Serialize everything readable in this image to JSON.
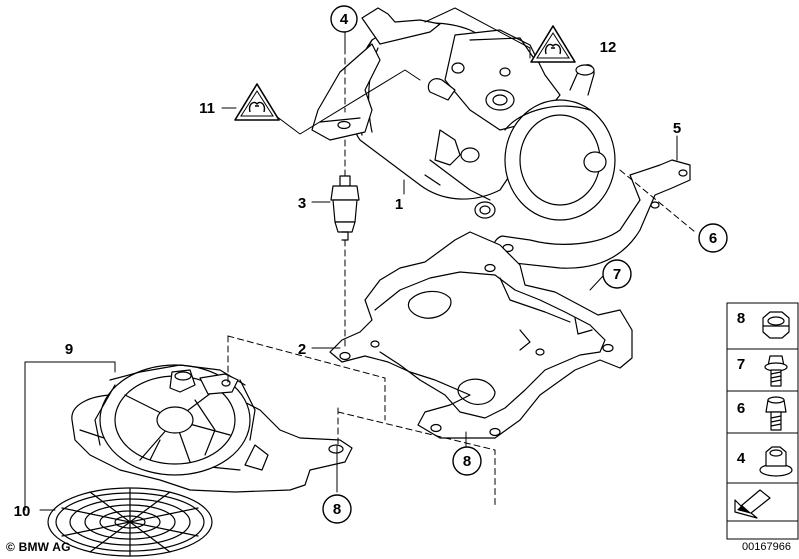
{
  "callouts": {
    "c1": "1",
    "c2": "2",
    "c3": "3",
    "c4": "4",
    "c5": "5",
    "c9": "9",
    "c10": "10",
    "c11": "11",
    "c12": "12"
  },
  "circled": {
    "c6": "6",
    "c7": "7",
    "c8a": "8",
    "c8b": "8"
  },
  "legend": {
    "items": [
      "8",
      "7",
      "6",
      "4"
    ]
  },
  "footer": {
    "copyright": "© BMW AG",
    "diagram_id": "00167966"
  },
  "icons": {
    "warning": "warning-triangle-icon",
    "arrow": "direction-arrow-icon"
  }
}
